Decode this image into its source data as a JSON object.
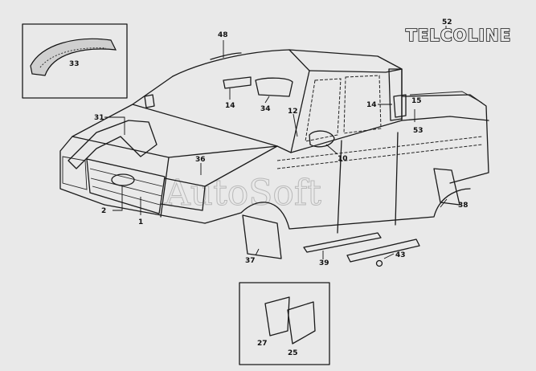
{
  "badge": {
    "number": "52",
    "text": "TELCOLINE"
  },
  "watermark": "AutoSoft",
  "callouts": {
    "c1": "1",
    "c2": "2",
    "c10": "10",
    "c12": "12",
    "c14a": "14",
    "c14b": "14",
    "c15": "15",
    "c25": "25",
    "c27": "27",
    "c31": "31",
    "c33": "33",
    "c34": "34",
    "c36": "36",
    "c37": "37",
    "c38": "38",
    "c39": "39",
    "c43": "43",
    "c48": "48",
    "c53": "53"
  }
}
